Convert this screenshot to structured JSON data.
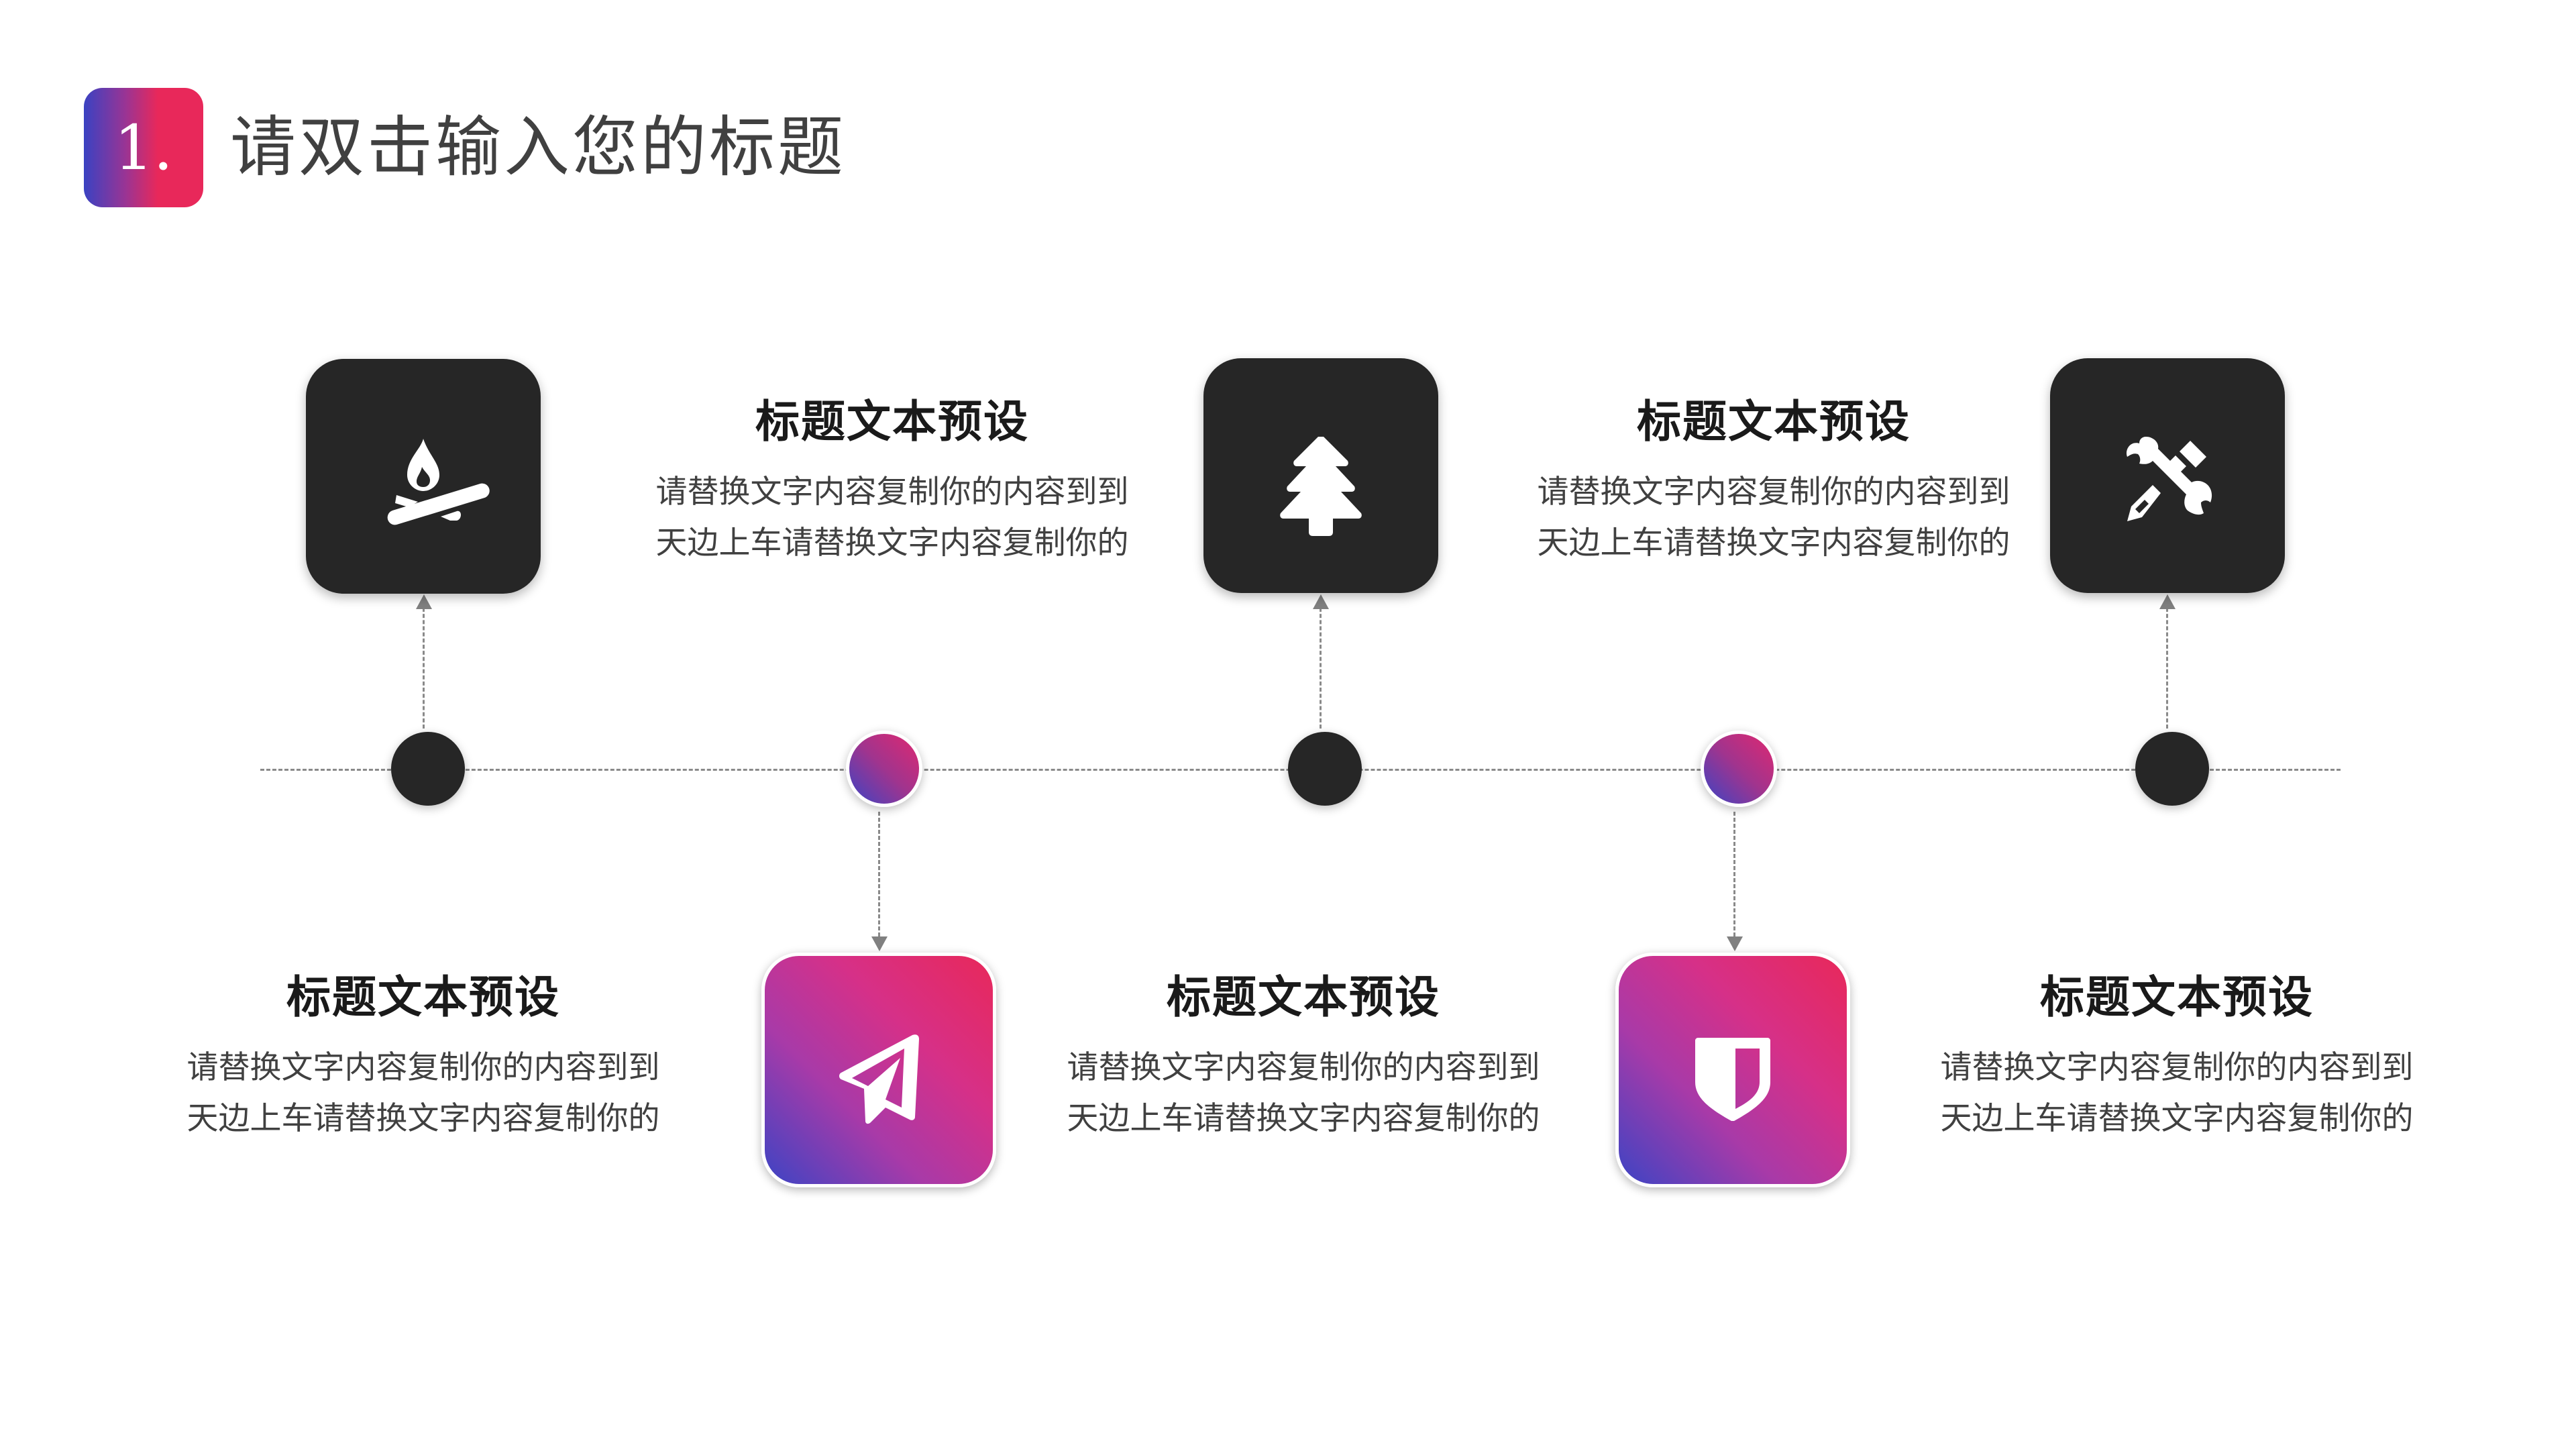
{
  "header": {
    "badge_number": "1.",
    "title": "请双击输入您的标题"
  },
  "colors": {
    "dark_card": "#262626",
    "gradient_start": "#3c44c4",
    "gradient_end": "#e8285a",
    "title_text": "#404040",
    "heading_text": "#1a1a1a",
    "body_text": "#404040",
    "connector": "#8a8a8a"
  },
  "timeline": {
    "nodes": [
      {
        "style": "dark",
        "direction": "up",
        "icon": "campfire-icon"
      },
      {
        "style": "gradient",
        "direction": "down",
        "icon": "paper-plane-icon"
      },
      {
        "style": "dark",
        "direction": "up",
        "icon": "pine-tree-icon"
      },
      {
        "style": "gradient",
        "direction": "down",
        "icon": "shield-icon"
      },
      {
        "style": "dark",
        "direction": "up",
        "icon": "tools-icon"
      }
    ]
  },
  "blocks": {
    "top": [
      {
        "heading": "标题文本预设",
        "line1": "请替换文字内容复制你的内容到到",
        "line2": "天边上车请替换文字内容复制你的"
      },
      {
        "heading": "标题文本预设",
        "line1": "请替换文字内容复制你的内容到到",
        "line2": "天边上车请替换文字内容复制你的"
      }
    ],
    "bottom": [
      {
        "heading": "标题文本预设",
        "line1": "请替换文字内容复制你的内容到到",
        "line2": "天边上车请替换文字内容复制你的"
      },
      {
        "heading": "标题文本预设",
        "line1": "请替换文字内容复制你的内容到到",
        "line2": "天边上车请替换文字内容复制你的"
      },
      {
        "heading": "标题文本预设",
        "line1": "请替换文字内容复制你的内容到到",
        "line2": "天边上车请替换文字内容复制你的"
      }
    ]
  }
}
